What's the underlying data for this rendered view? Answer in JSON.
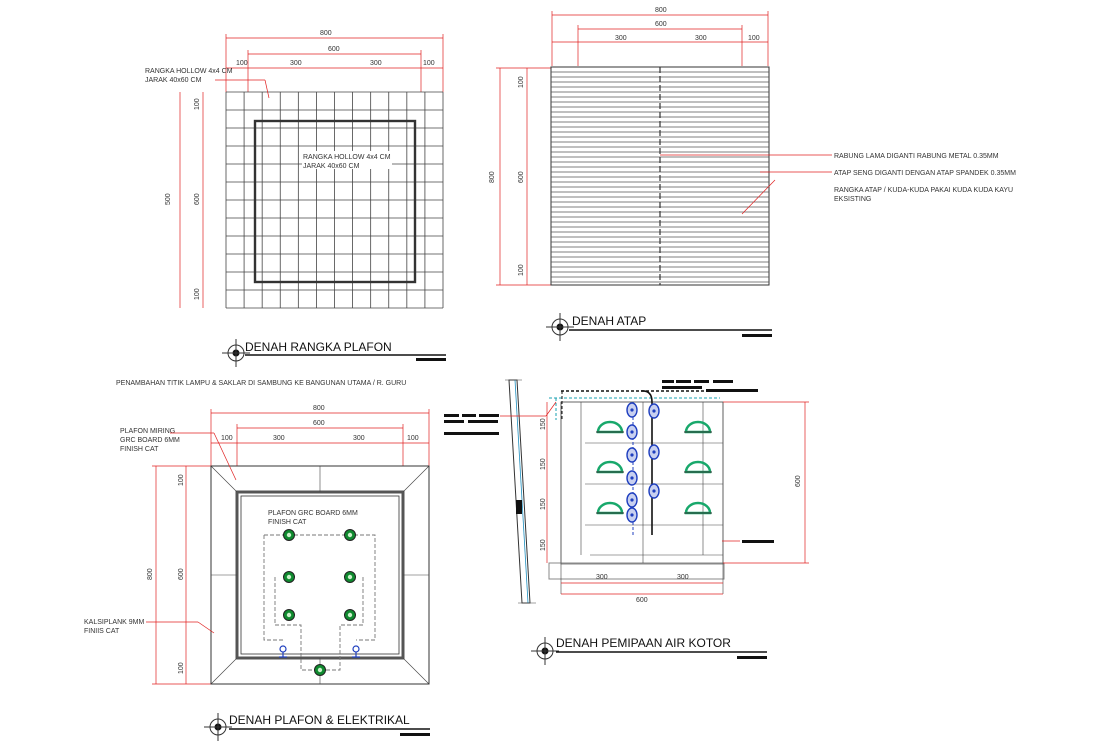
{
  "titles": {
    "plafon_frame": "DENAH RANGKA PLAFON",
    "roof": "DENAH ATAP",
    "ceiling_electrical": "DENAH PLAFON  & ELEKTRIKAL",
    "drainage": "DENAH  PEMIPAAN AIR KOTOR"
  },
  "dims": {
    "d800": "800",
    "d600": "600",
    "d300": "300",
    "d100": "100",
    "d500": "500",
    "d150": "150"
  },
  "notes": {
    "hollow_top_1": "RANGKA HOLLOW 4x4 CM",
    "hollow_top_2": "JARAK 40x60 CM",
    "hollow_center_1": "RANGKA HOLLOW 4x4 CM",
    "hollow_center_2": "JARAK 40x60 CM",
    "roof_1": "RABUNG LAMA DIGANTI RABUNG METAL 0.35MM",
    "roof_2": "ATAP SENG DIGANTI DENGAN ATAP SPANDEK 0.35MM",
    "roof_3a": "RANGKA  ATAP / KUDA-KUDA PAKAI KUDA KUDA KAYU",
    "roof_3b": "EKSISTING",
    "general": "PENAMBAHAN TITIK LAMPU & SAKLAR DI SAMBUNG KE BANGUNAN UTAMA / R. GURU",
    "plafon_miring_1": "PLAFON MIRING",
    "plafon_miring_2": "GRC BOARD 6MM",
    "plafon_miring_3": "FINISH CAT",
    "plafon_grc_1": "PLAFON GRC BOARD 6MM",
    "plafon_grc_2": "FINISH CAT",
    "kalsiplank_1": "KALSIPLANK 9MM",
    "kalsiplank_2": "FINIIS CAT"
  },
  "colors": {
    "line": "#333333",
    "leader": "#e02020",
    "pipe_blue": "#1f3fbf",
    "fixture_green": "#18a86b",
    "light_green": "#0f8a2f"
  }
}
